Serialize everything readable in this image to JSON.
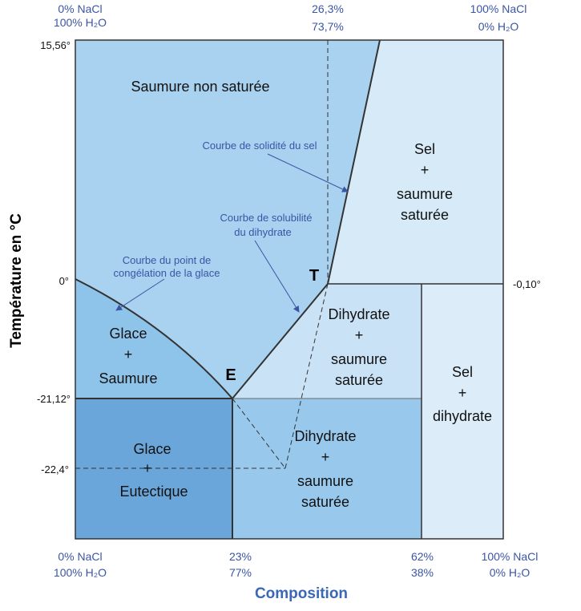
{
  "colors": {
    "brine": "#a8d2f0",
    "salt_brine": "#d7eaf8",
    "ice_brine": "#8ec3ea",
    "ice_eutectic": "#6aa6d9",
    "dihydrate_brine_bottom": "#98c9ed",
    "dihydrate_brine_top": "#c9e2f5",
    "salt_dihydrate": "#dcecf9",
    "label_blue": "#3a55a4",
    "annotation_line": "#3a55a4"
  },
  "top_labels": {
    "left_1": "0% NaCl",
    "left_2": "100% H₂O",
    "mid_1": "26,3%",
    "mid_2": "73,7%",
    "right_1": "100% NaCl",
    "right_2": "0% H₂O"
  },
  "bottom_labels": {
    "l1_1": "0% NaCl",
    "l1_2": "100% H₂O",
    "l2_1": "23%",
    "l2_2": "77%",
    "l3_1": "62%",
    "l3_2": "38%",
    "l4_1": "100% NaCl",
    "l4_2": "0% H₂O"
  },
  "axis": {
    "y_title": "Température en °C",
    "x_title": "Composition"
  },
  "temperatures": {
    "top": "15,56°",
    "zero": "0°",
    "eutectic": "-21,12°",
    "dashed": "-22,4°",
    "right": "-0,10°"
  },
  "points": {
    "T": "T",
    "E": "E"
  },
  "regions": {
    "brine": "Saumure non saturée",
    "salt_brine": [
      "Sel",
      "+",
      "saumure",
      "saturée"
    ],
    "ice_brine": [
      "Glace",
      "+",
      "Saumure"
    ],
    "dihydrate_brine_top": [
      "Dihydrate",
      "+",
      "saumure",
      "saturée"
    ],
    "salt_dihydrate": [
      "Sel",
      "+",
      "dihydrate"
    ],
    "ice_eutectic": [
      "Glace",
      "+",
      "Eutectique"
    ],
    "dihydrate_brine_bottom": [
      "Dihydrate",
      "+",
      "saumure",
      "saturée"
    ]
  },
  "annotations": {
    "salt_solidus": "Courbe de solidité du sel",
    "dihydrate_solubility_1": "Courbe de solubilité",
    "dihydrate_solubility_2": "du dihydrate",
    "ice_freezing_1": "Courbe du point de",
    "ice_freezing_2": "congélation de la glace"
  }
}
